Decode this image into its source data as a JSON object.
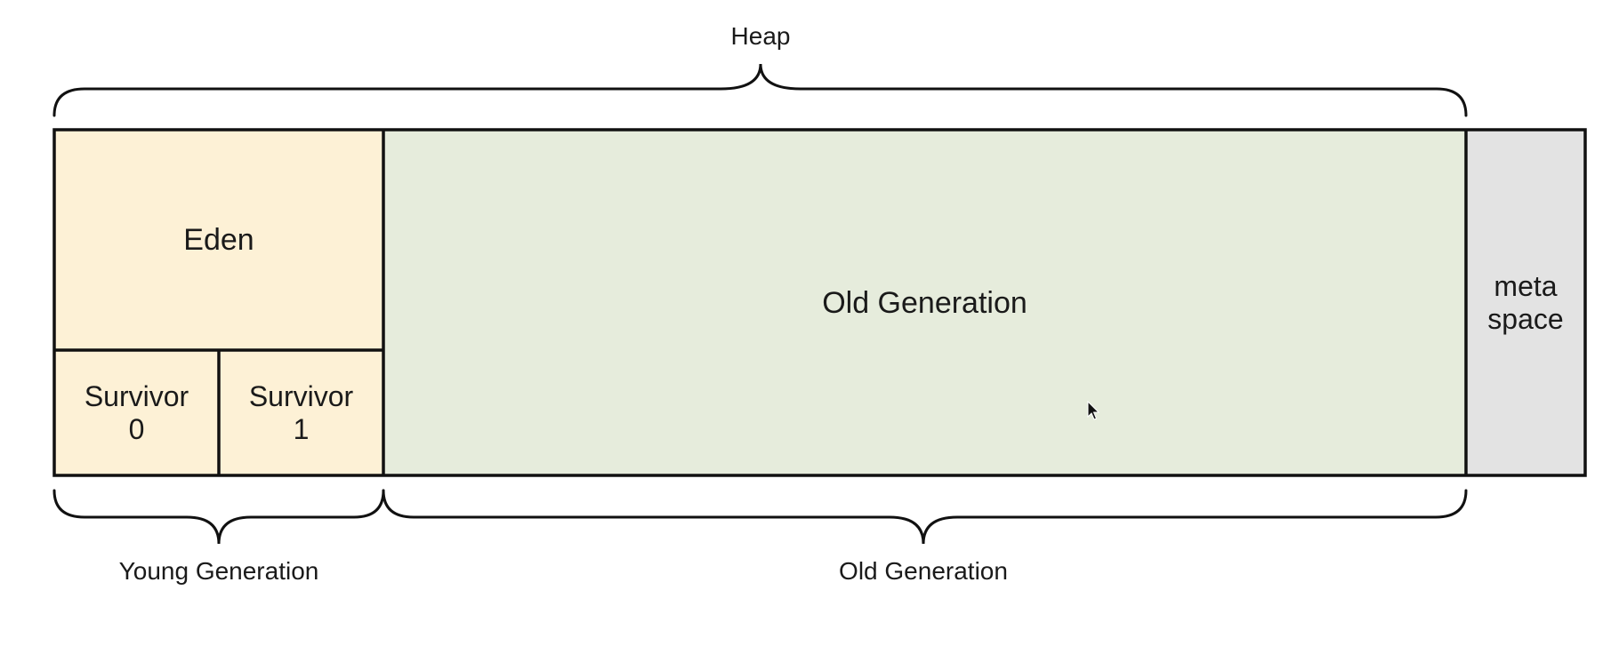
{
  "labels": {
    "heap": "Heap",
    "eden": "Eden",
    "survivor0": "Survivor\n0",
    "survivor1": "Survivor\n1",
    "old_generation_box": "Old Generation",
    "metaspace": "meta\nspace",
    "young_generation_brace": "Young Generation",
    "old_generation_brace": "Old Generation"
  },
  "colors": {
    "young": "#fdf1d6",
    "old": "#e6ecdc",
    "meta": "#e3e3e3",
    "stroke": "#111111"
  },
  "cursor": "mouse-pointer-icon"
}
